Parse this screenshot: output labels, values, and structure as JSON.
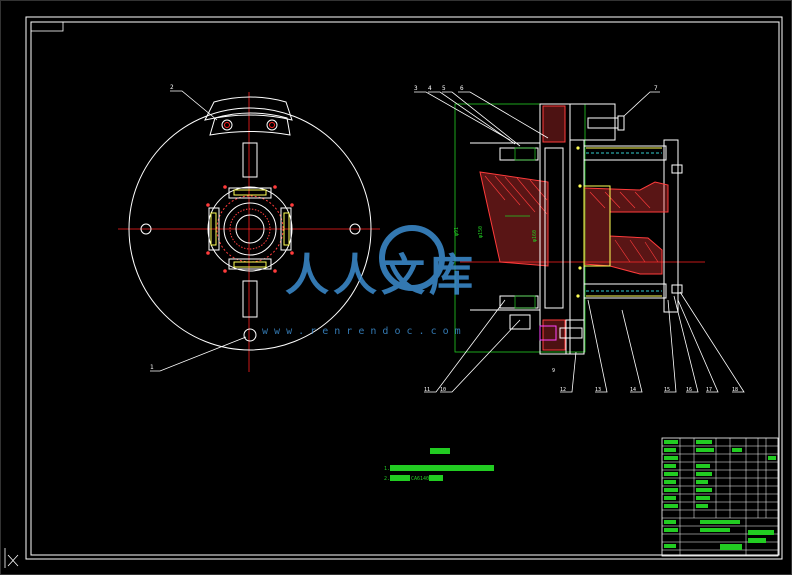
{
  "drawing": {
    "left_view_leaders": [
      "2",
      "1"
    ],
    "section_leaders_top": [
      "3",
      "4",
      "5",
      "6",
      "7"
    ],
    "section_leaders_bottom": [
      "11",
      "10",
      "9",
      "12",
      "13",
      "14",
      "15",
      "16",
      "17",
      "18"
    ],
    "dimension_texts": [
      "φ91",
      "φ150",
      "φ160"
    ],
    "notes": {
      "item1_tail": "",
      "item2_tail": "CA6140"
    },
    "watermark_text": "w w w . r e n r e n d o c . c o m",
    "watermark_glyphs": "人人文库",
    "colors": {
      "background": "#000000",
      "outline": "#ffffff",
      "centerline": "#ff2020",
      "hatch": "#ff3b3b",
      "green": "#22cc22",
      "yellow": "#ffff55",
      "cyan": "#33cccc",
      "magenta": "#ff44ff",
      "watermark": "#3d8ed0"
    }
  }
}
